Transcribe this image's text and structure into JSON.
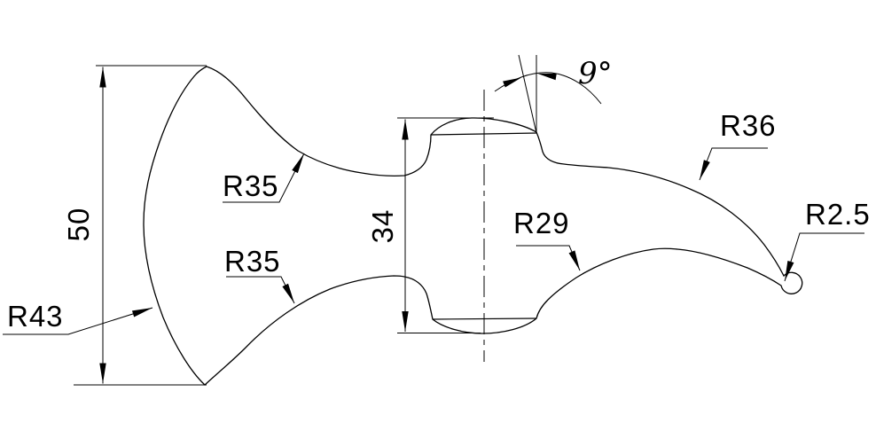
{
  "drawing": {
    "background": "#ffffff",
    "line_color": "#000000",
    "dimensions": {
      "overall_height": "50",
      "boss_face_height": "34",
      "face_angle": "9°"
    },
    "radii": {
      "blade_edge": "R43",
      "blade_top": "R35",
      "blade_bottom": "R35",
      "claw_underside": "R29",
      "claw_top": "R36",
      "claw_tip": "R2.5"
    }
  }
}
